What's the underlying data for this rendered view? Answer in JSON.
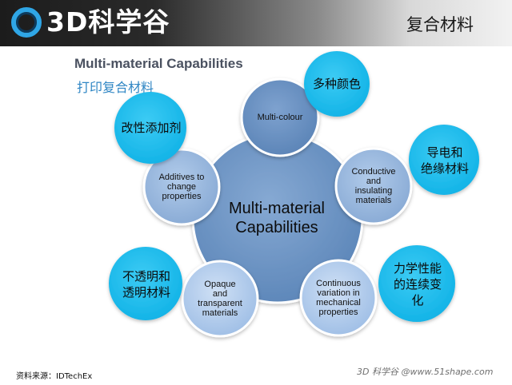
{
  "header": {
    "logo_text": "3D科学谷",
    "title": "复合材料"
  },
  "slide": {
    "title_en": "Multi-material Capabilities",
    "title_cn": "打印复合材料"
  },
  "diagram": {
    "center": "Multi-material\nCapabilities",
    "satellites": [
      "Multi-colour",
      "Conductive\nand\ninsulating\nmaterials",
      "Continuous\nvariation in\nmechanical\nproperties",
      "Opaque\nand\ntransparent\nmaterials",
      "Additives to\nchange\nproperties"
    ],
    "callouts": [
      "多种颜色",
      "导电和\n绝缘材料",
      "力学性能\n的连续变\n化",
      "不透明和\n透明材料",
      "改性添加剂"
    ],
    "colors": {
      "center": "#6b93c4",
      "satellite_dark": "#5f88bb",
      "satellite_light": "#a9c6ea",
      "callout": "#1ab8ea",
      "outline": "#ffffff"
    }
  },
  "footer": {
    "source": "资料来源：IDTechEx",
    "credit": "3D 科学谷 @www.51shape.com"
  }
}
